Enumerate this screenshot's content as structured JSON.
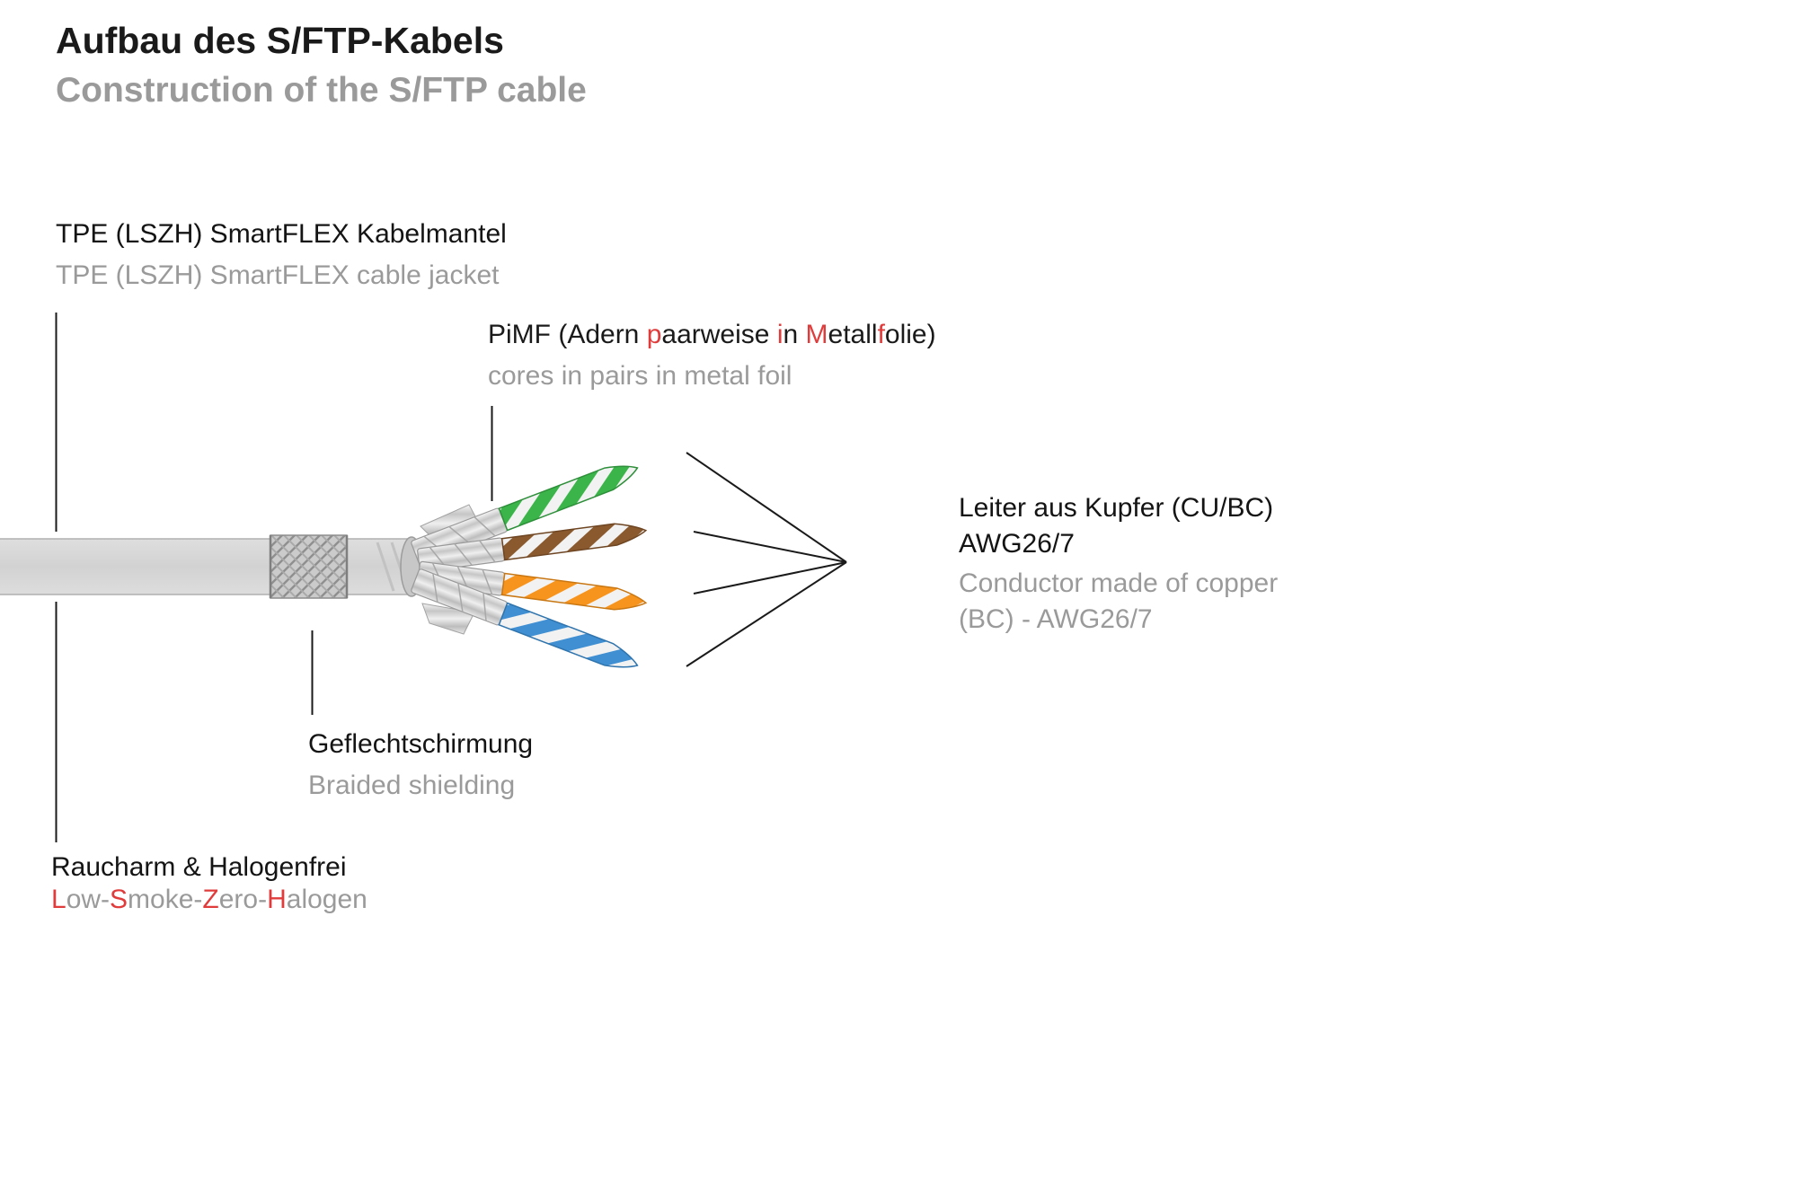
{
  "title": {
    "de": "Aufbau des S/FTP-Kabels",
    "en": "Construction of the S/FTP cable"
  },
  "labels": {
    "jacket_de": "TPE (LSZH) SmartFLEX Kabelmantel",
    "jacket_en": "TPE (LSZH) SmartFLEX cable jacket",
    "pimf_de_segments": [
      {
        "t": "PiMF (Adern ",
        "c": "#1a1a1a"
      },
      {
        "t": "p",
        "c": "#e03c3c"
      },
      {
        "t": "aarweise ",
        "c": "#1a1a1a"
      },
      {
        "t": "i",
        "c": "#e03c3c"
      },
      {
        "t": "n ",
        "c": "#1a1a1a"
      },
      {
        "t": "M",
        "c": "#e03c3c"
      },
      {
        "t": "etall",
        "c": "#1a1a1a"
      },
      {
        "t": "f",
        "c": "#e03c3c"
      },
      {
        "t": "olie)",
        "c": "#1a1a1a"
      }
    ],
    "pimf_en": "cores in pairs in metal foil",
    "conductor_de_line1": "Leiter aus Kupfer (CU/BC)",
    "conductor_de_line2": "AWG26/7",
    "conductor_en_line1": "Conductor made of copper",
    "conductor_en_line2": "(BC) - AWG26/7",
    "braid_de": "Geflechtschirmung",
    "braid_en": "Braided shielding",
    "lszh_de": "Raucharm & Halogenfrei",
    "lszh_en_segments": [
      {
        "t": "L",
        "c": "#e03c3c"
      },
      {
        "t": "ow-",
        "c": "#9a9a9a"
      },
      {
        "t": "S",
        "c": "#e03c3c"
      },
      {
        "t": "moke-",
        "c": "#9a9a9a"
      },
      {
        "t": "Z",
        "c": "#e03c3c"
      },
      {
        "t": "ero-",
        "c": "#9a9a9a"
      },
      {
        "t": "H",
        "c": "#e03c3c"
      },
      {
        "t": "alogen",
        "c": "#9a9a9a"
      }
    ]
  },
  "colors": {
    "text": "#1a1a1a",
    "muted": "#9a9a9a",
    "accent_red": "#e03c3c",
    "jacket_gray": "#d7d7d7",
    "braid_gray": "#cbcbcb",
    "foil_silver": "#d9d9d9",
    "leader_line": "#1a1a1a"
  },
  "diagram": {
    "pairs": [
      {
        "name": "green-white-pair",
        "color": "#3bb54a"
      },
      {
        "name": "brown-white-pair",
        "color": "#8a5a2e"
      },
      {
        "name": "orange-white-pair",
        "color": "#f7941e"
      },
      {
        "name": "blue-white-pair",
        "color": "#3f8fd2"
      }
    ]
  }
}
